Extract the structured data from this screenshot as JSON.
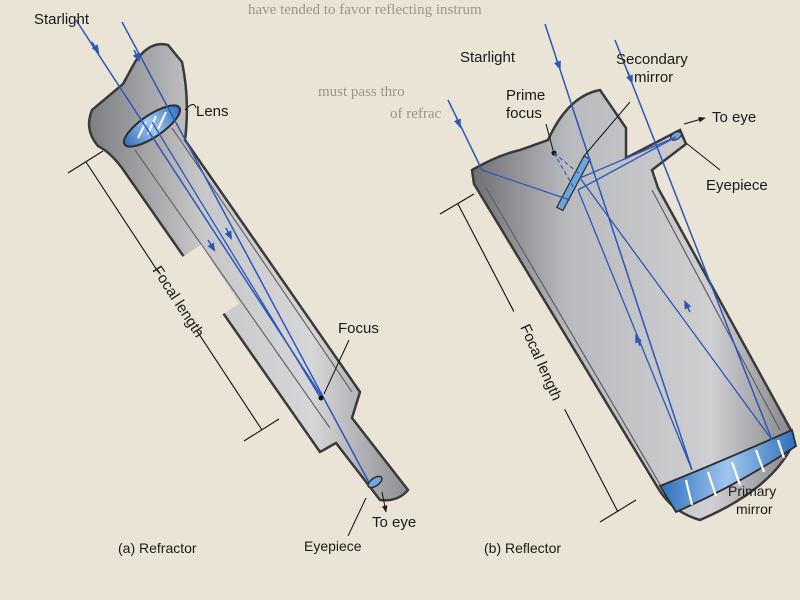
{
  "refractor": {
    "starlight": "Starlight",
    "lens": "Lens",
    "focal_length": "Focal length",
    "focus": "Focus",
    "to_eye": "To eye",
    "eyepiece": "Eyepiece",
    "caption": "(a) Refractor"
  },
  "reflector": {
    "starlight": "Starlight",
    "prime_focus_line1": "Prime",
    "prime_focus_line2": "focus",
    "secondary_mirror_line1": "Secondary",
    "secondary_mirror_line2": "mirror",
    "to_eye": "To eye",
    "eyepiece": "Eyepiece",
    "focal_length": "Focal length",
    "primary_mirror_line1": "Primary",
    "primary_mirror_line2": "mirror",
    "caption": "(b) Reflector"
  },
  "background_text": {
    "line1": "have tended to favor reflecting instrum",
    "line2": "must pass thro",
    "line3": "of refrac"
  },
  "colors": {
    "page": "#e9e4d6",
    "tube_outline": "#3a3a3a",
    "tube_fill": "#a9a9ab",
    "light_ray": "#2b57b8",
    "lens_blue": "#4d86c9"
  }
}
